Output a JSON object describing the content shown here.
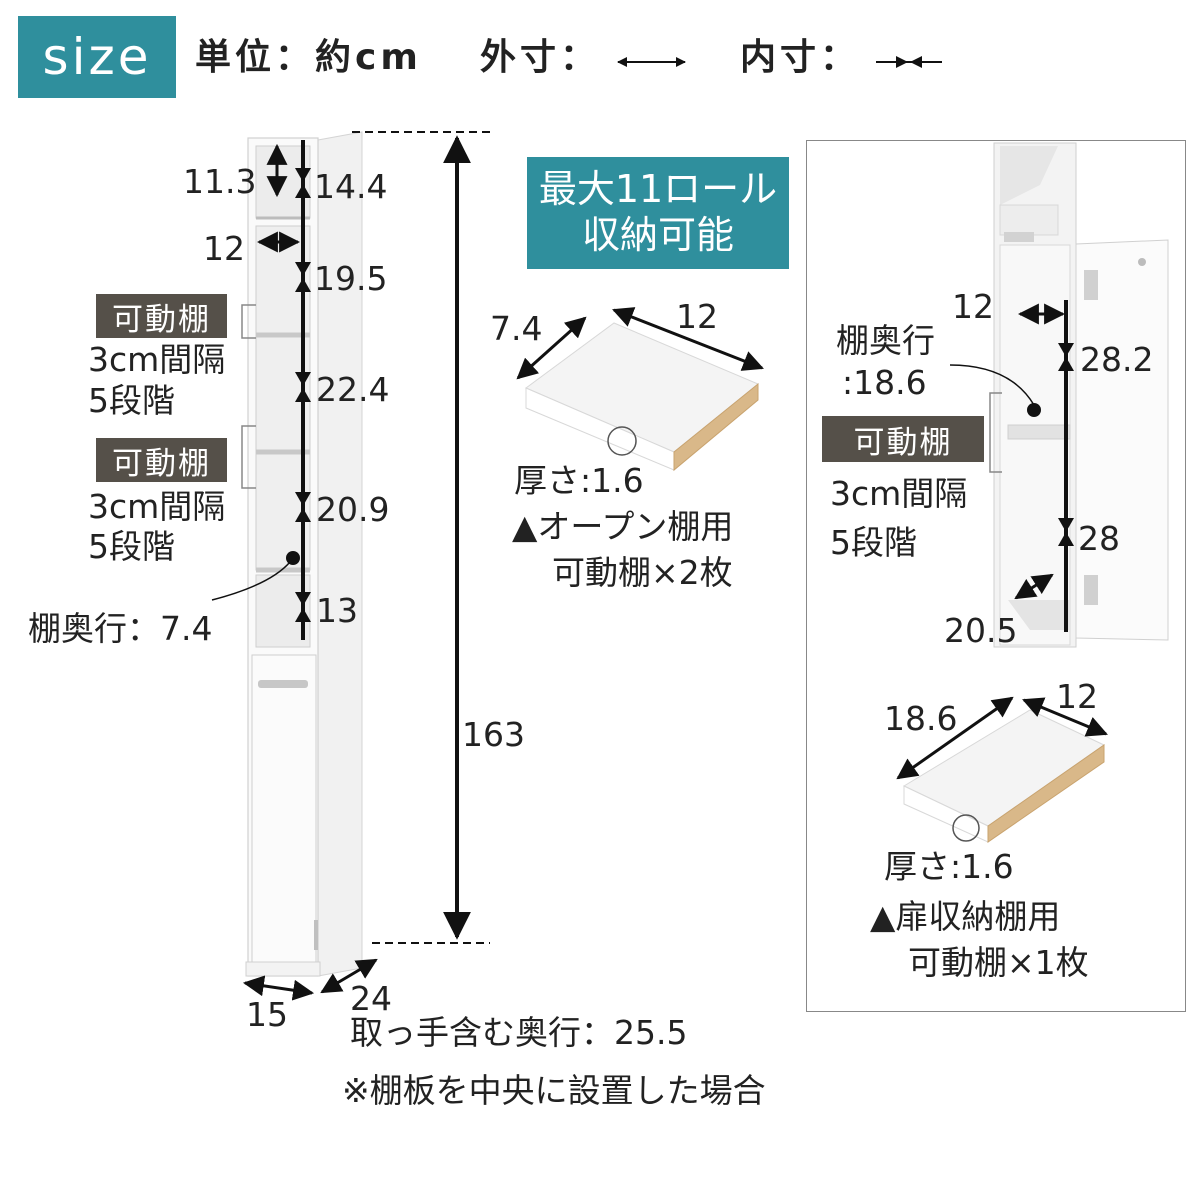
{
  "header": {
    "size_badge": "size",
    "unit": "単位：約cm",
    "outer": "外寸：",
    "inner": "内寸："
  },
  "left": {
    "dim_11_3": "11.3",
    "dim_14_4": "14.4",
    "dim_12": "12",
    "dim_19_5": "19.5",
    "dim_22_4": "22.4",
    "dim_20_9": "20.9",
    "dim_13": "13",
    "dim_163": "163",
    "dim_15": "15",
    "dim_24": "24",
    "shelf_tag_1": "可動棚",
    "shelf_interval_1": "3cm間隔",
    "shelf_steps_1": "5段階",
    "shelf_tag_2": "可動棚",
    "shelf_interval_2": "3cm間隔",
    "shelf_steps_2": "5段階",
    "shelf_depth": "棚奥行：7.4",
    "handle_depth": "取っ手含む奥行：25.5",
    "note": "※棚板を中央に設置した場合"
  },
  "middle": {
    "storage_line1": "最大11ロール",
    "storage_line2": "収納可能",
    "board_depth": "7.4",
    "board_width": "12",
    "thickness": "厚さ:1.6",
    "usage": "▲オープン棚用",
    "count": "可動棚×2枚"
  },
  "right": {
    "dim_12": "12",
    "depth_label": "棚奥行",
    "depth_value": ":18.6",
    "dim_28_2": "28.2",
    "shelf_tag": "可動棚",
    "shelf_interval": "3cm間隔",
    "shelf_steps": "5段階",
    "dim_28": "28",
    "dim_20_5": "20.5",
    "board_depth": "18.6",
    "board_width": "12",
    "thickness": "厚さ:1.6",
    "usage": "▲扉収納棚用",
    "count": "可動棚×1枚"
  }
}
